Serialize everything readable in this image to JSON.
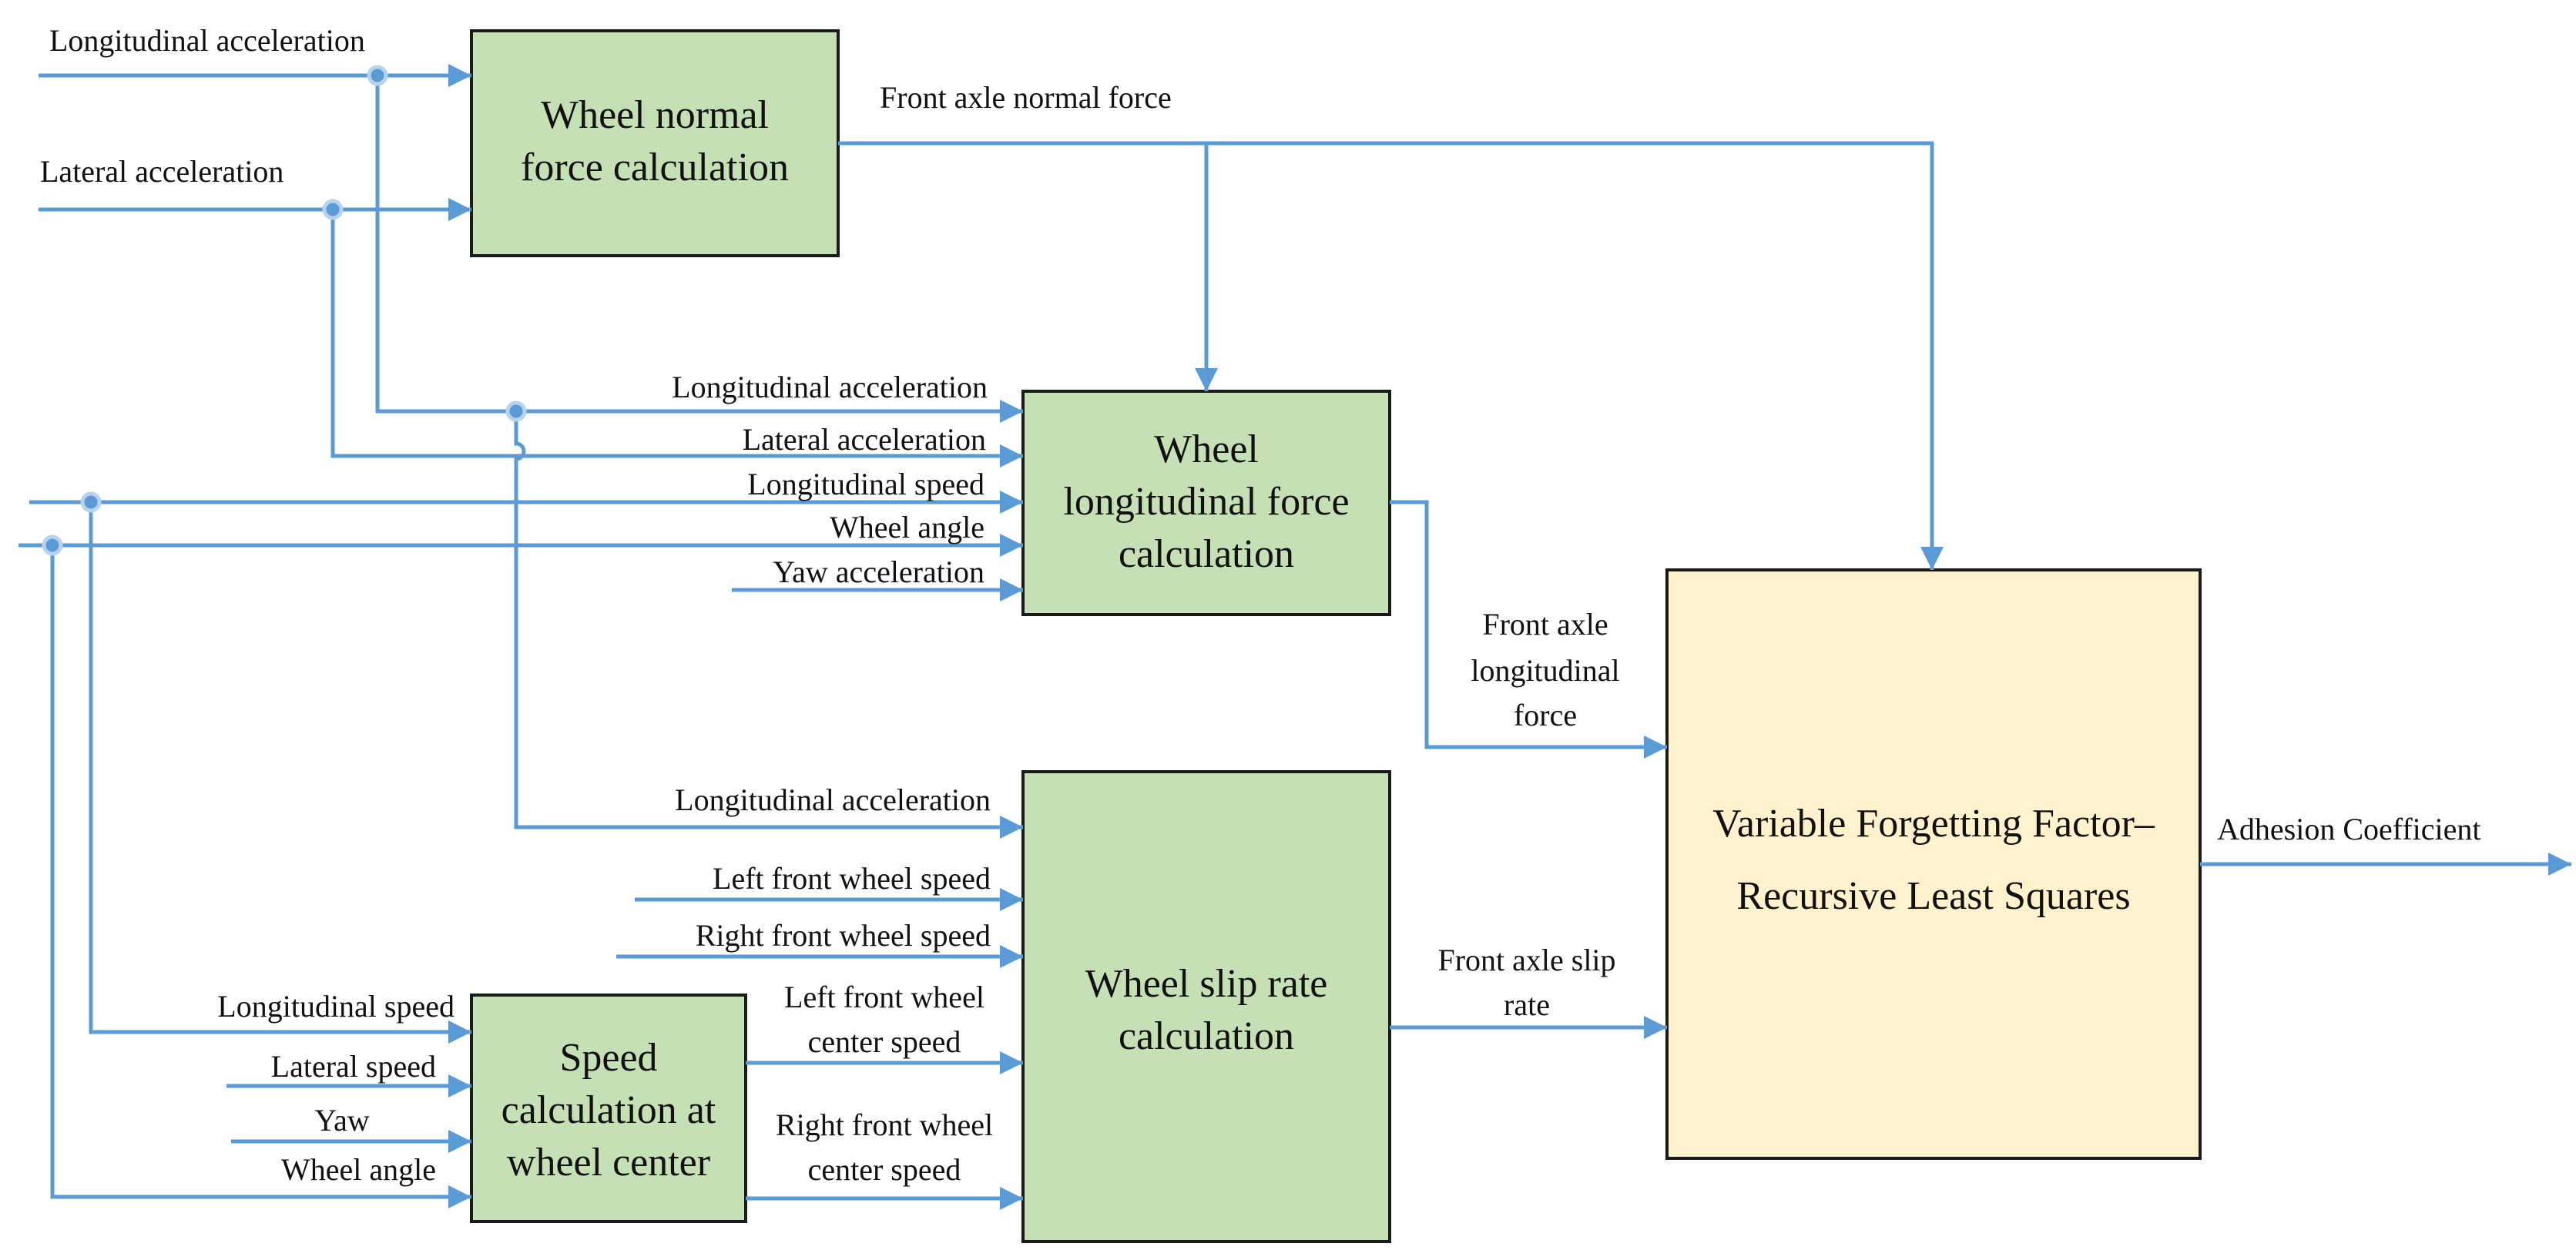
{
  "colors": {
    "wire": "#5b9bd5",
    "junction": "#5b9bd5",
    "green_block": "#c5e0b4",
    "yellow_block": "#fff2cc",
    "border": "#1a1a1a",
    "text": "#111111"
  },
  "blocks": {
    "normal_force": [
      "Wheel normal",
      "force calculation"
    ],
    "longitudinal_force": [
      "Wheel",
      "longitudinal force",
      "calculation"
    ],
    "slip_rate": [
      "Wheel slip rate",
      "calculation"
    ],
    "speed_center": [
      "Speed",
      "calculation at",
      "wheel center"
    ],
    "vff_rls": [
      "Variable Forgetting Factor–",
      "Recursive Least Squares"
    ]
  },
  "inputs": {
    "top_long_acc": "Longitudinal acceleration",
    "top_lat_acc": "Lateral acceleration"
  },
  "longitudinal_force_inputs": {
    "long_acc": "Longitudinal acceleration",
    "lat_acc": "Lateral acceleration",
    "long_speed": "Longitudinal speed",
    "wheel_angle": "Wheel angle",
    "yaw_acc": "Yaw acceleration"
  },
  "slip_inputs": {
    "long_acc": "Longitudinal acceleration",
    "left_front_speed": "Left front wheel speed",
    "right_front_speed": "Right front wheel speed"
  },
  "speed_center_inputs": {
    "long_speed": "Longitudinal speed",
    "lat_speed": "Lateral speed",
    "yaw": "Yaw",
    "wheel_angle": "Wheel angle"
  },
  "intermediate": {
    "front_axle_normal_force": "Front axle normal force",
    "front_axle_long_force": [
      "Front axle",
      "longitudinal",
      "force"
    ],
    "left_front_center_speed": [
      "Left front wheel",
      "center speed"
    ],
    "right_front_center_speed": [
      "Right front wheel",
      "center speed"
    ],
    "front_axle_slip_rate": [
      "Front axle slip",
      "rate"
    ]
  },
  "output": {
    "adhesion": "Adhesion Coefficient"
  }
}
